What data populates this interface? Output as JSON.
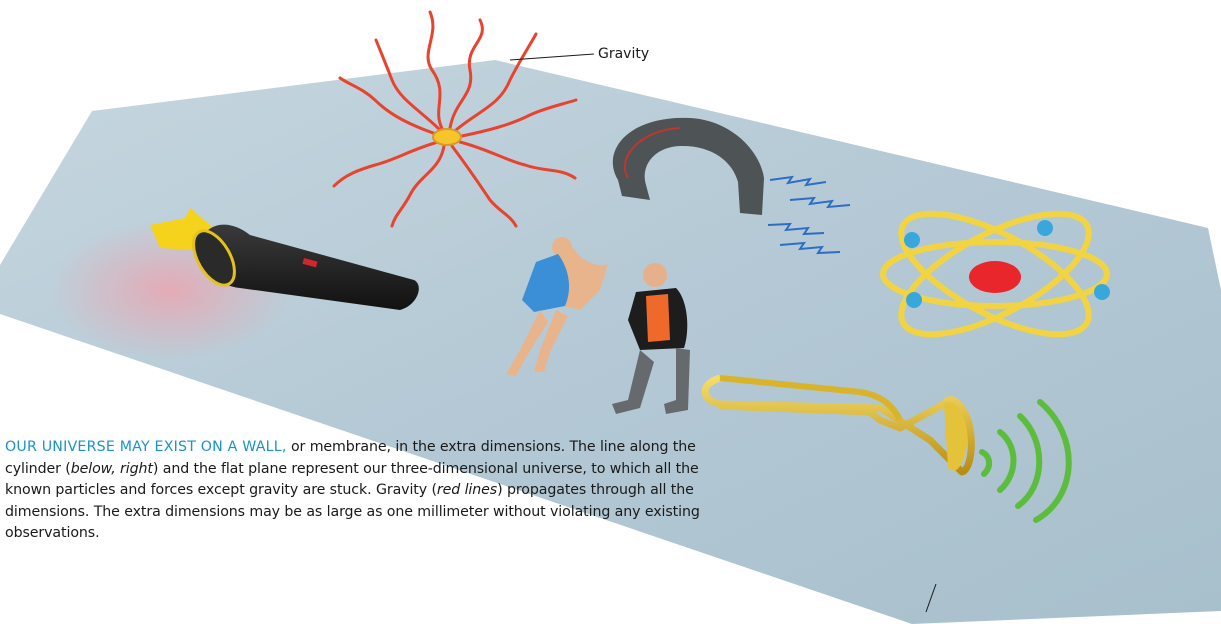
{
  "figure": {
    "labels": {
      "gravity": "Gravity"
    },
    "colors": {
      "plane": "#b7ccd8",
      "gravity_lines": "#e8432e",
      "caption_lead": "#1a93c8",
      "magnet": "#555a5c",
      "atom_orbit": "#f2d443",
      "atom_nucleus": "#e8262b",
      "electron": "#3aa7dc",
      "trumpet": "#d9b328",
      "sound_waves": "#5cbd3c",
      "arrow": "#f5d21c"
    },
    "icons": [
      "gravity-source-icon",
      "flashlight-icon",
      "magnet-icon",
      "atom-icon",
      "trumpet-icon",
      "sound-waves-icon",
      "couple-figures-icon"
    ]
  },
  "caption": {
    "lead": "OUR UNIVERSE MAY EXIST ON A WALL,",
    "part1": " or membrane, in the extra dimensions. The line along the cylinder (",
    "below_right": "below, right",
    "part2": ") and the flat plane represent our three-dimensional universe, to which all the known particles and forces except gravity are stuck. Gravity (",
    "red_lines": "red lines",
    "part3": ") propagates through all the dimensions. The extra dimensions may be as large as one millimeter without violating any existing observations."
  }
}
